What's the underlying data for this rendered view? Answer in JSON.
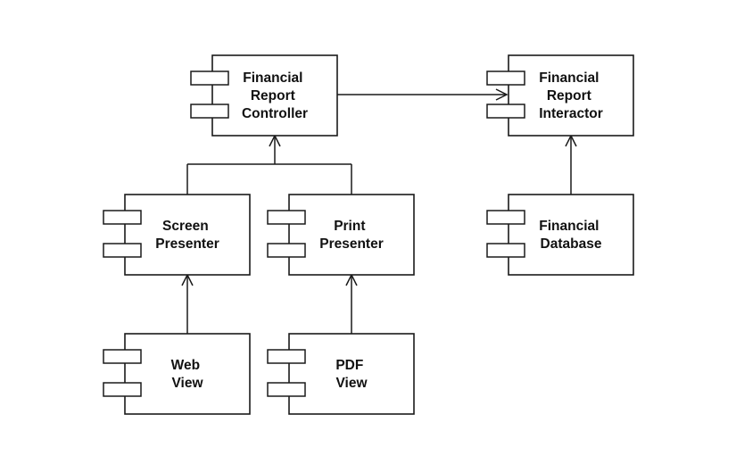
{
  "colors": {
    "stroke": "#1a1a1a",
    "background": "#ffffff"
  },
  "components": {
    "controller": {
      "lines": [
        "Financial",
        "Report",
        "Controller"
      ]
    },
    "interactor": {
      "lines": [
        "Financial",
        "Report",
        "Interactor"
      ]
    },
    "screen_presenter": {
      "lines": [
        "Screen",
        "Presenter"
      ]
    },
    "print_presenter": {
      "lines": [
        "Print",
        "Presenter"
      ]
    },
    "database": {
      "lines": [
        "Financial",
        "Database"
      ]
    },
    "web_view": {
      "lines": [
        "Web",
        "View"
      ]
    },
    "pdf_view": {
      "lines": [
        "PDF",
        "View"
      ]
    }
  }
}
